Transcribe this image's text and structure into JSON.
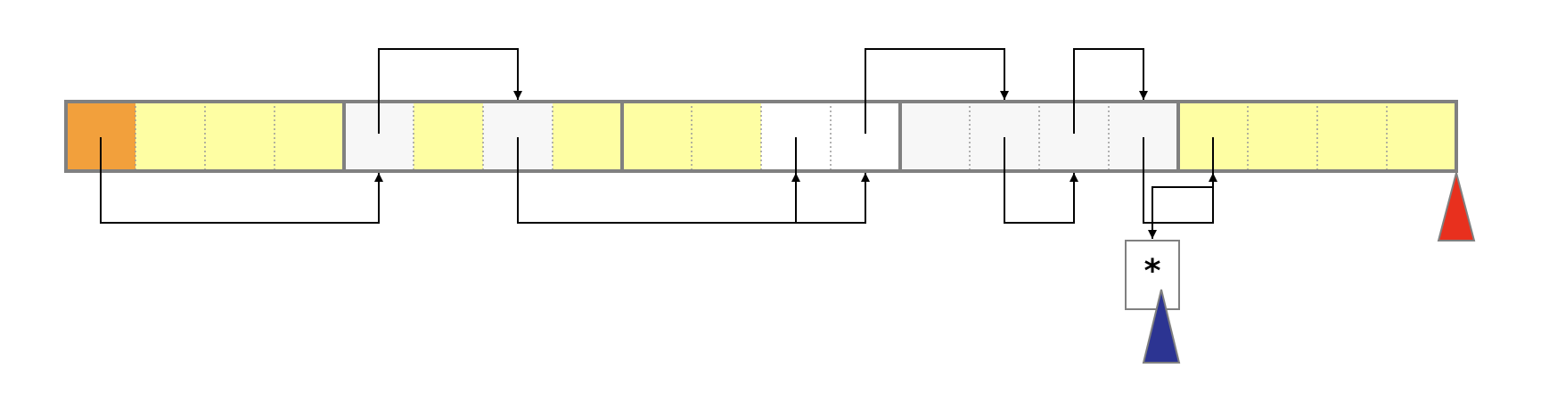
{
  "diagram": {
    "cells": [
      "filled",
      "used",
      "used",
      "used",
      "free",
      "used",
      "free",
      "used",
      "used",
      "used",
      "empty",
      "empty",
      "free",
      "free",
      "free",
      "free",
      "used",
      "used",
      "used",
      "used"
    ],
    "links": [
      {
        "from": 0,
        "to": 4
      },
      {
        "from": 4,
        "to": 6
      },
      {
        "from": 6,
        "to": 10
      },
      {
        "from": 10,
        "to": 11
      },
      {
        "from": 11,
        "to": 13
      },
      {
        "from": 13,
        "to": 14
      },
      {
        "from": 14,
        "to": 15
      },
      {
        "from": 15,
        "to": 16
      },
      {
        "from": 16,
        "to": "terminal"
      }
    ],
    "terminal_label": "*",
    "markers": [
      {
        "name": "end-marker",
        "at": "end",
        "color": "#e8301e"
      },
      {
        "name": "current-marker",
        "at": "terminal",
        "color": "#2c3492"
      }
    ],
    "colors": {
      "filled": "#f2a03c",
      "used": "#fefea3",
      "free": "#f7f7f7",
      "empty": "#ffffff",
      "border": "#808080",
      "arrow": "#000000"
    }
  }
}
